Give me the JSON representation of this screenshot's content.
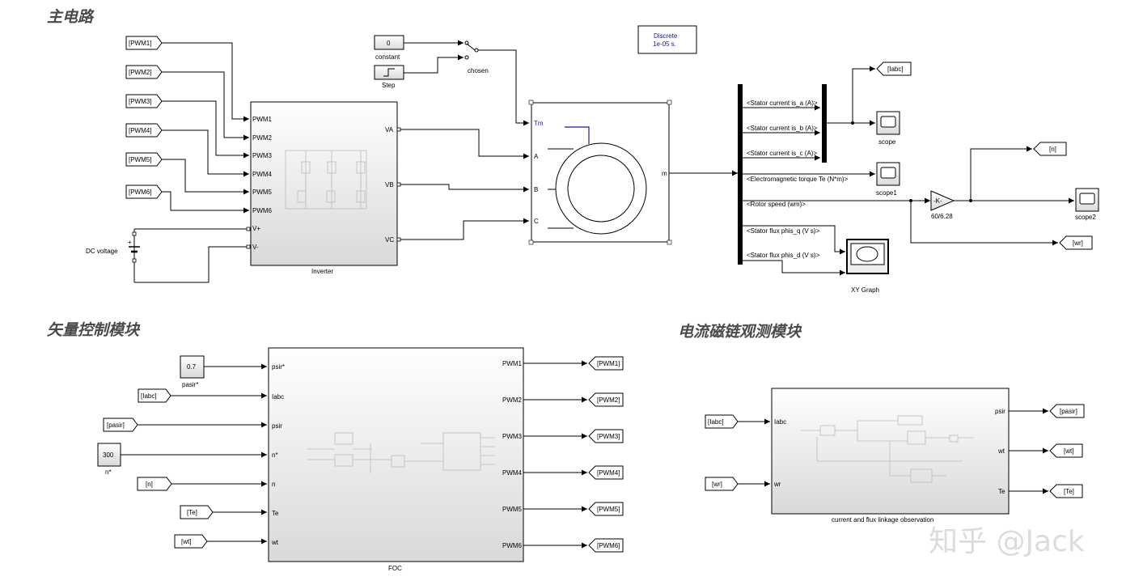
{
  "sections": {
    "main_circuit": "主电路",
    "vector_control": "矢量控制模块",
    "current_flux": "电流磁链观测模块"
  },
  "watermark": "知乎 @Jack",
  "main": {
    "pwm_tags": [
      "[PWM1]",
      "[PWM2]",
      "[PWM3]",
      "[PWM4]",
      "[PWM5]",
      "[PWM6]"
    ],
    "inverter": {
      "name": "Inverter",
      "in_ports": [
        "PWM1",
        "PWM2",
        "PWM3",
        "PWM4",
        "PWM5",
        "PWM6",
        "V+",
        "V-"
      ],
      "out_ports": [
        "VA",
        "VB",
        "VC"
      ]
    },
    "dc_voltage": "DC voltage",
    "constant": {
      "value": "0",
      "name": "constant"
    },
    "step": "Step",
    "switch": "chosen",
    "solver": {
      "line1": "Discrete",
      "line2": "1e-05 s."
    },
    "motor": {
      "ports": [
        "Tm",
        "A",
        "B",
        "C"
      ],
      "out": "m"
    },
    "bus_signals": [
      "<Stator current is_a (A)>",
      "<Stator current is_b (A)>",
      "<Stator current is_c (A)>",
      "<Electromagnetic torque Te (N*m)>",
      "<Rotor speed (wm)>",
      "<Stator flux phis_q (V s)>",
      "<Stator flux phis_d (V s)>"
    ],
    "goto_iabc": "[Iabc]",
    "scope": "scope",
    "scope1": "scope1",
    "scope2": "scope2",
    "gain": {
      "symbol": "-K-",
      "label": "60/6.28"
    },
    "goto_n": "[n]",
    "goto_wr": "[wr]",
    "xy_graph": "XY Graph"
  },
  "foc": {
    "name": "FOC",
    "in_ports": [
      "psir*",
      "Iabc",
      "psir",
      "n*",
      "n",
      "Te",
      "wt"
    ],
    "out_ports": [
      "PWM1",
      "PWM2",
      "PWM3",
      "PWM4",
      "PWM5",
      "PWM6"
    ],
    "const_psir": {
      "value": "0.7",
      "name": "pasir*"
    },
    "from_iabc": "[Iabc]",
    "from_pasir": "[pasir]",
    "const_n": {
      "value": "300",
      "name": "n*"
    },
    "from_n": "[n]",
    "from_te": "[Te]",
    "from_wt": "[wt]",
    "goto_pwm": [
      "[PWM1]",
      "[PWM2]",
      "[PWM3]",
      "[PWM4]",
      "[PWM5]",
      "[PWM6]"
    ]
  },
  "observer": {
    "name": "current and flux linkage observation",
    "in_ports": [
      "Iabc",
      "wr"
    ],
    "out_ports": [
      "psir",
      "wt",
      "Te"
    ],
    "from_iabc": "[Iabc]",
    "from_wr": "[wr]",
    "goto_out": [
      "[pasir]",
      "[wt]",
      "[Te]"
    ]
  }
}
